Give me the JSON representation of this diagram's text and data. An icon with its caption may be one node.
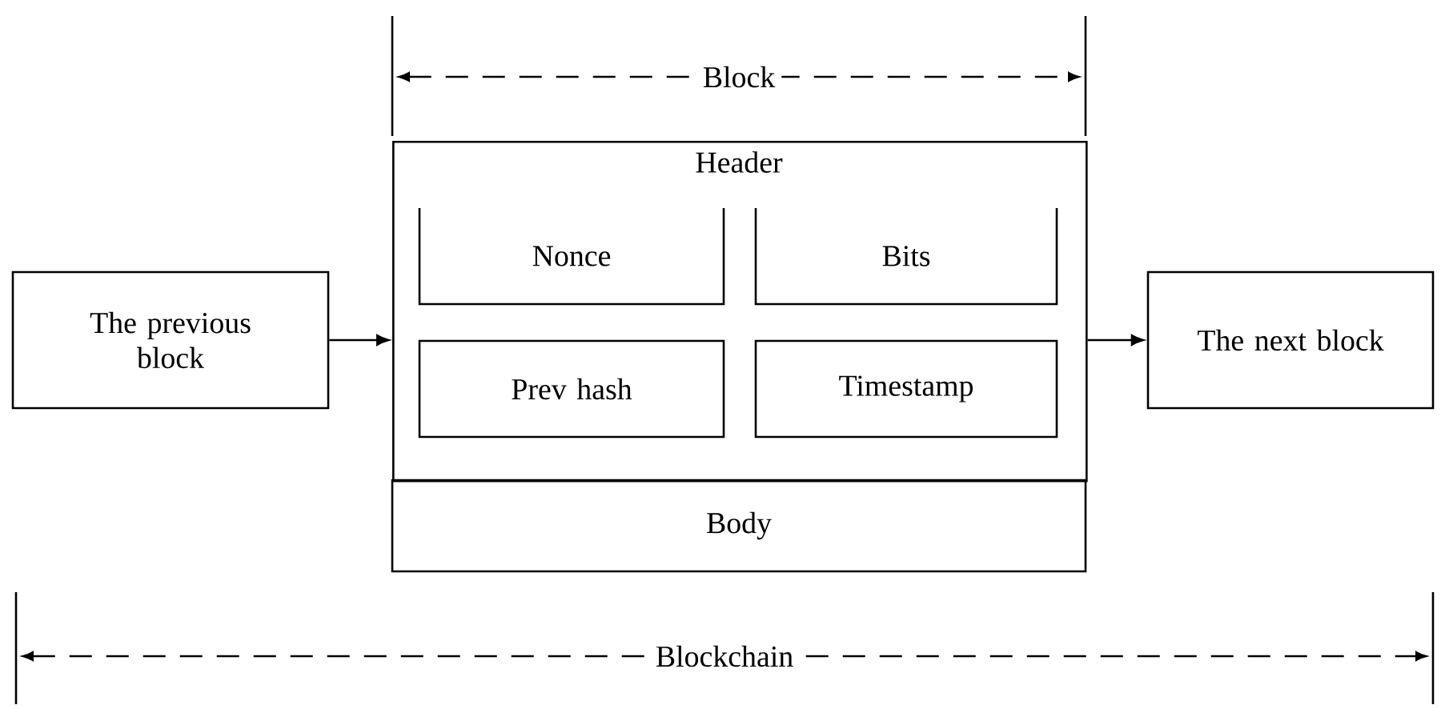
{
  "diagram": {
    "nodes": [
      {
        "text": [
          "The previous block"
        ]
      },
      {
        "text": [
          "Header"
        ]
      },
      {
        "text": [
          "Nonce"
        ],
        "in": 1
      },
      {
        "text": [
          "Bits"
        ],
        "in": 1
      },
      {
        "text": [
          "Prev hash"
        ],
        "in": 1
      },
      {
        "text": [
          "Timestamp"
        ],
        "in": 1
      },
      {
        "text": [
          "Body"
        ]
      },
      {
        "text": [
          "The next block"
        ]
      }
    ],
    "edges": [
      {
        "from": 0,
        "to": 1,
        "arrow": "to"
      },
      {
        "from": 1,
        "to": 7,
        "arrow": "to"
      }
    ],
    "labels": [
      "Block",
      "Blockchain"
    ]
  }
}
